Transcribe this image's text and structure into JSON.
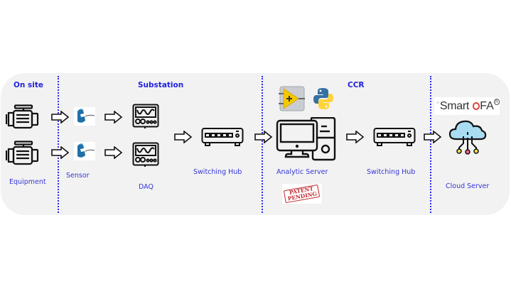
{
  "sections": [
    {
      "title": "On site"
    },
    {
      "title": "Substation"
    },
    {
      "title": "CCR"
    }
  ],
  "nodes": {
    "equipment": {
      "label": "Equipment"
    },
    "sensor": {
      "label": "Sensor"
    },
    "daq": {
      "label": "DAQ"
    },
    "switching_hub_1": {
      "label": "Switching Hub"
    },
    "analytic_server": {
      "label": "Analytic Server"
    },
    "switching_hub_2": {
      "label": "Switching Hub"
    },
    "cloud_server": {
      "label": "Cloud Server"
    }
  },
  "badges": {
    "patent": {
      "line1": "PATENT",
      "line2": "PENDING"
    },
    "brand": {
      "part1": "Smart",
      "part2": "FA",
      "mark": "R"
    }
  },
  "colors": {
    "label_blue": "#3535d9",
    "title_blue": "#1f1fe0",
    "panel_bg": "#f2f2f2",
    "divider": "#2b2bea",
    "sensor_blue": "#1f6fa8",
    "labview_yellow": "#f5c800",
    "python_blue": "#3671a3",
    "python_yellow": "#ffd43b",
    "cloud_fill": "#a9dcf2",
    "stamp_red": "#c0262c"
  }
}
